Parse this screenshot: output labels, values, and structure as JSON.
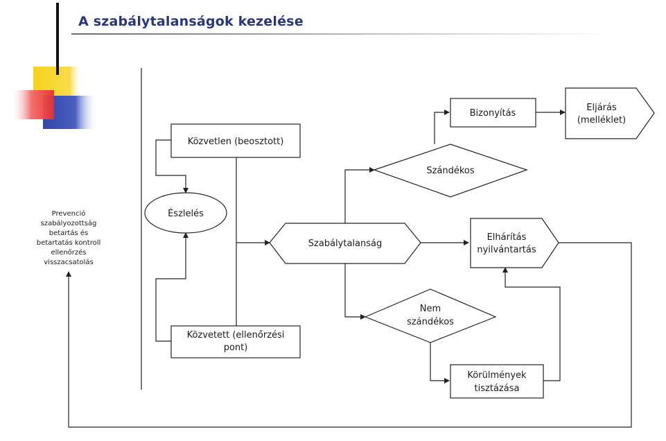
{
  "header": {
    "title": "A szabálytalanságok kezelése"
  },
  "diagram": {
    "kozvetlen": "Közvetlen (beosztott)",
    "eszleles": "Észlelés",
    "kozvetett_1": "Közvetett (ellenőrzési",
    "kozvetett_2": "pont)",
    "szabalytalansag": "Szabálytalanság",
    "szandekos": "Szándékos",
    "bizonyitas": "Bizonyítás",
    "eljaras_1": "Eljárás",
    "eljaras_2": "(melléklet)",
    "elharitas_1": "Elhárítás",
    "elharitas_2": "nyilvántartás",
    "nem_szandekos_1": "Nem",
    "nem_szandekos_2": "szándékos",
    "korulmenyek_1": "Körülmények",
    "korulmenyek_2": "tisztázása",
    "prevencio": [
      "Prevenció",
      "szabályozottság",
      "betartás és",
      "betartatás kontroll",
      "ellenőrzés",
      "visszacsatolás"
    ]
  }
}
